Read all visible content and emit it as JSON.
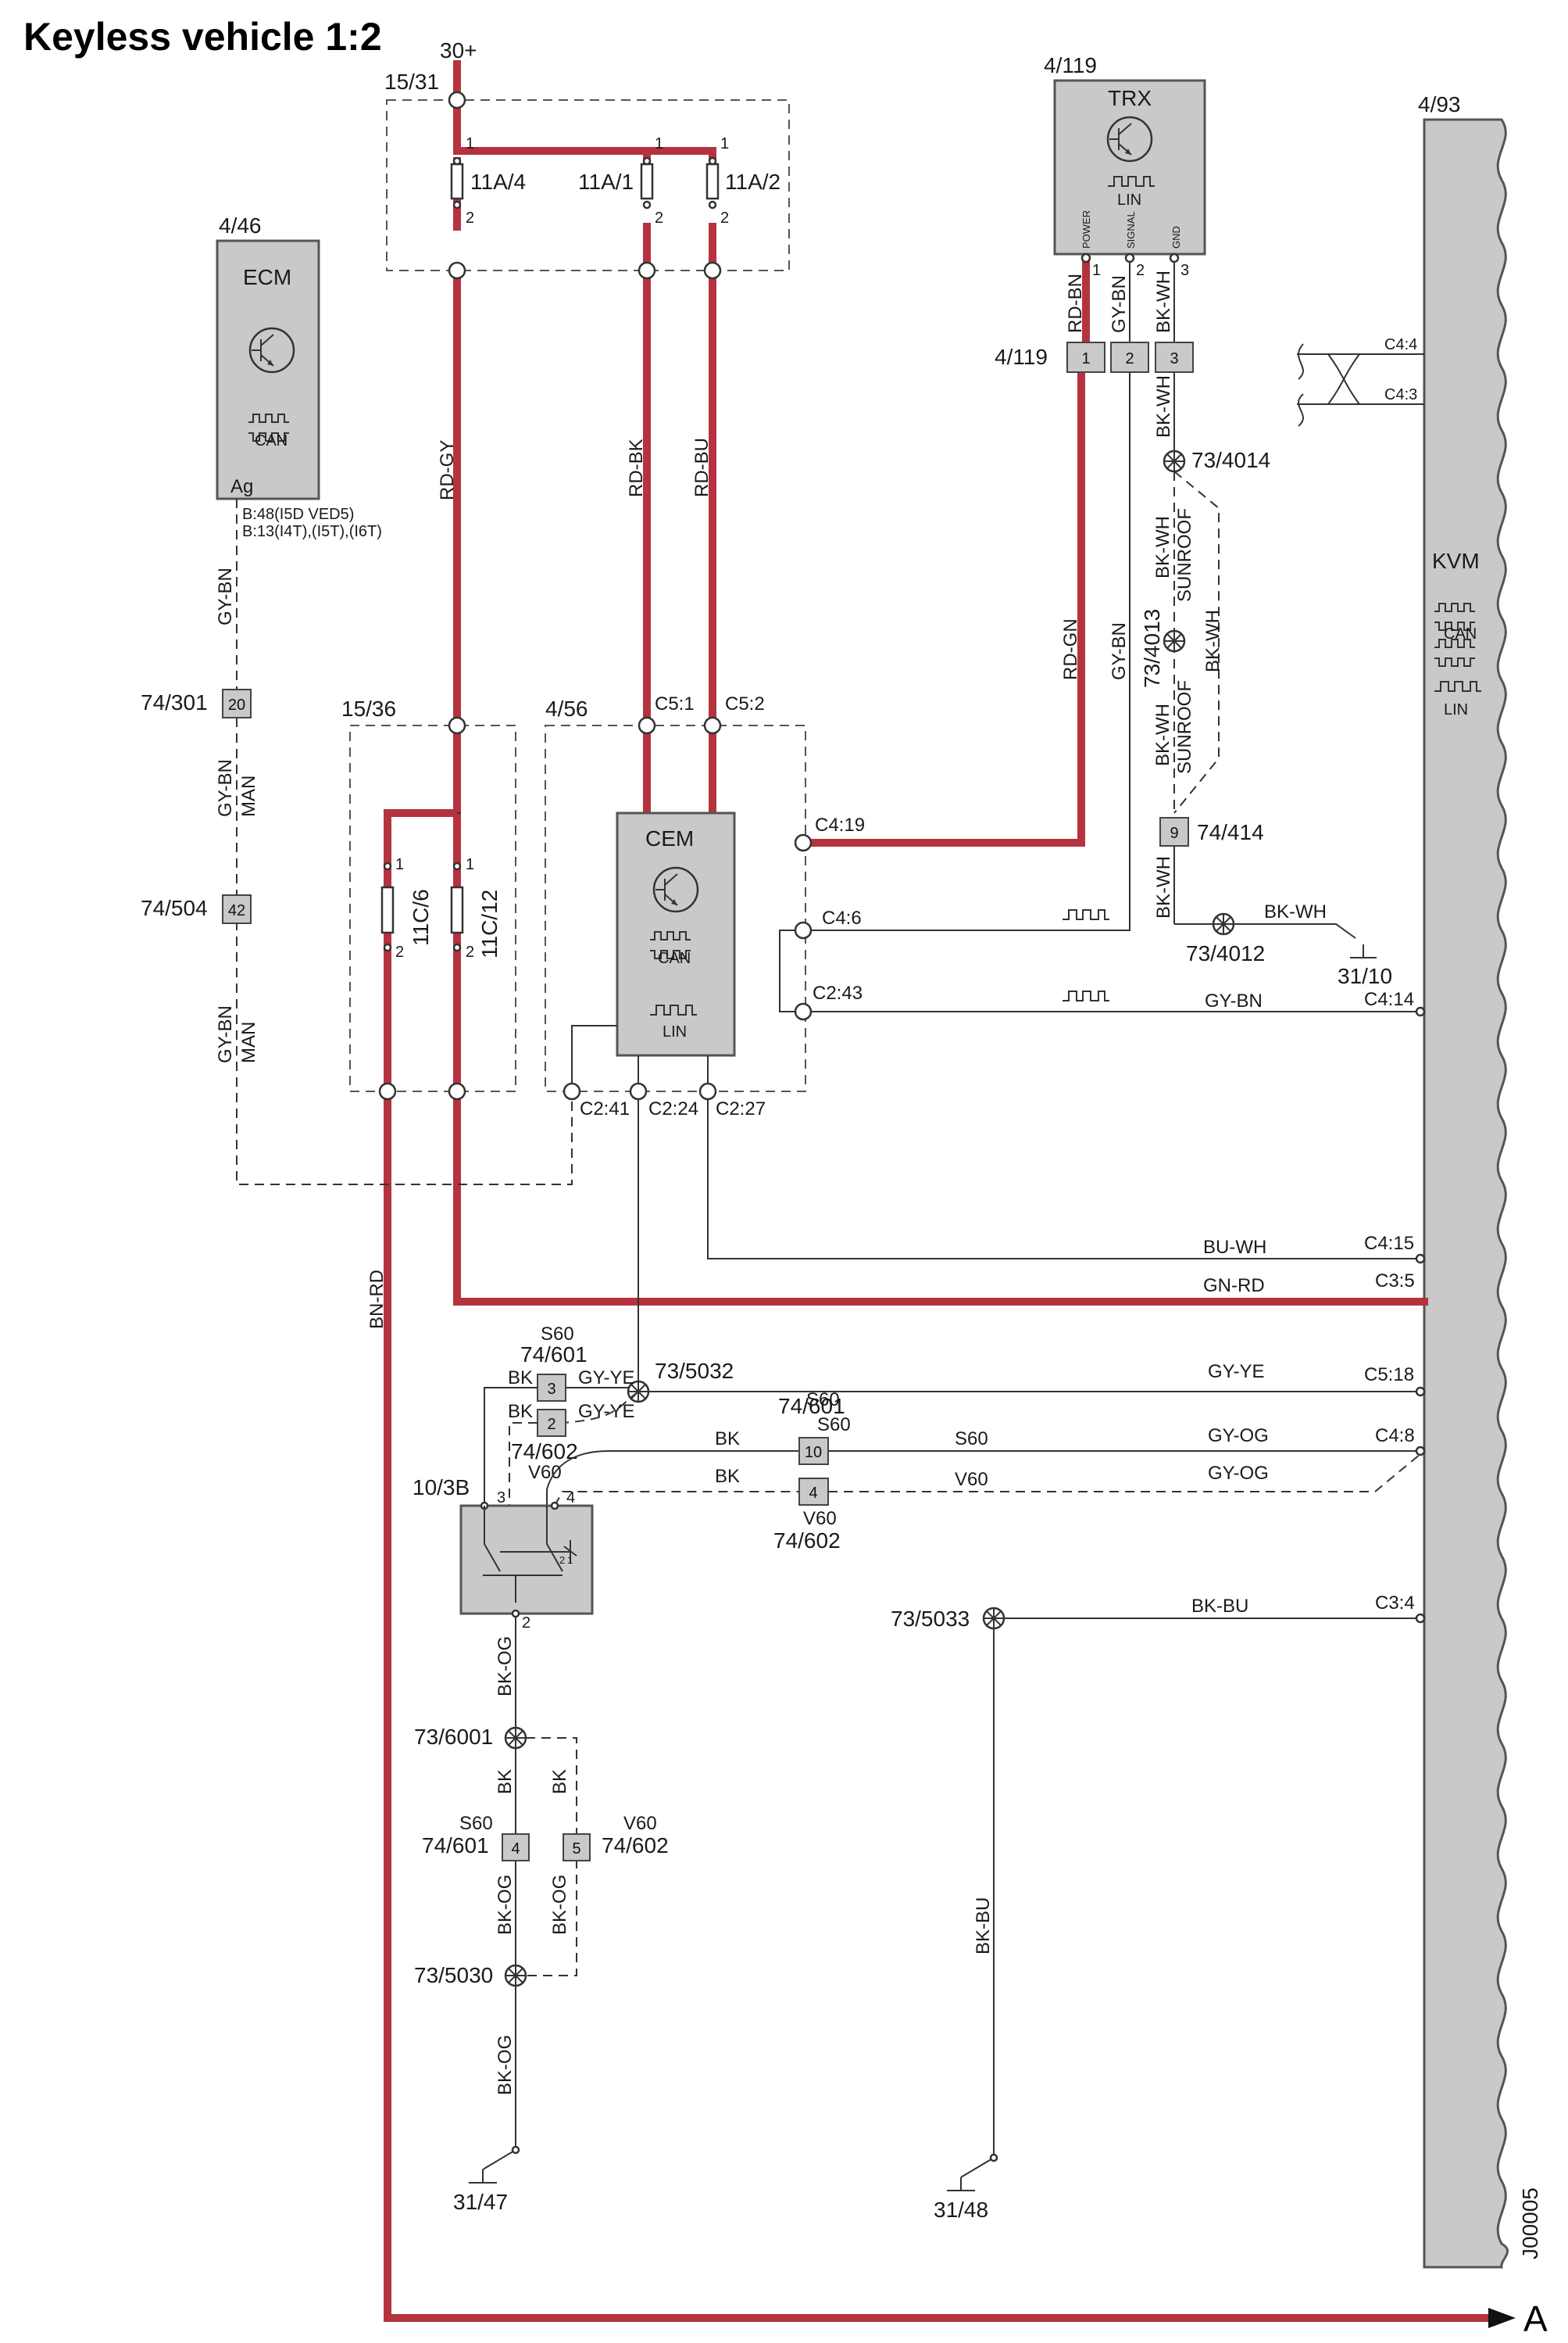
{
  "title": "Keyless vehicle 1:2",
  "colors": {
    "power_wire": "#b5333f",
    "module_fill": "#c9c9c9",
    "line": "#333333"
  },
  "labels": {
    "supply": "30+",
    "fuse_box_1531": "15/31",
    "fuse_11a4": "11A/4",
    "fuse_11a1": "11A/1",
    "fuse_11a2": "11A/2",
    "fuse_box_1536": "15/36",
    "fuse_11c6": "11C/6",
    "fuse_11c12": "11C/12",
    "pin1": "1",
    "pin2": "2",
    "pin3": "3",
    "pin4": "4",
    "ecm_ref": "4/46",
    "ecm": "ECM",
    "ag": "Ag",
    "can": "CAN",
    "lin": "LIN",
    "ecm_note1": "B:48(I5D VED5)",
    "ecm_note2": "B:13(I4T),(I5T),(I6T)",
    "trx_ref_top": "4/119",
    "trx": "TRX",
    "trx_power": "POWER",
    "trx_signal": "SIGNAL",
    "trx_gnd": "GND",
    "conn_4119": "4/119",
    "kvm_ref": "4/93",
    "kvm": "KVM",
    "cem_ref": "4/56",
    "cem": "CEM",
    "c51": "C5:1",
    "c52": "C5:2",
    "c419": "C4:19",
    "c46": "C4:6",
    "c243": "C2:43",
    "c241": "C2:41",
    "c224": "C2:24",
    "c227": "C2:27",
    "c44": "C4:4",
    "c43": "C4:3",
    "c414": "C4:14",
    "c415": "C4:15",
    "c35": "C3:5",
    "c518": "C5:18",
    "c48": "C4:8",
    "c34": "C3:4",
    "w_rdgy": "RD-GY",
    "w_rdbk": "RD-BK",
    "w_rdbu": "RD-BU",
    "w_rdbn": "RD-BN",
    "w_gybn": "GY-BN",
    "w_bkwh": "BK-WH",
    "w_rdgn": "RD-GN",
    "w_sunroof": "SUNROOF",
    "w_man": "MAN",
    "w_buwh": "BU-WH",
    "w_gnrd": "GN-RD",
    "w_bnrd": "BN-RD",
    "w_gyye": "GY-YE",
    "w_gyog": "GY-OG",
    "w_bk": "BK",
    "w_bkbu": "BK-BU",
    "w_bkog": "BK-OG",
    "s60": "S60",
    "v60": "V60",
    "sp_734014": "73/4014",
    "sp_734013": "73/4013",
    "sp_734012": "73/4012",
    "sp_735032": "73/5032",
    "sp_735033": "73/5033",
    "sp_736001": "73/6001",
    "sp_735030": "73/5030",
    "c_74414": "74/414",
    "c_74301": "74/301",
    "c_74504": "74/504",
    "c_74601": "74/601",
    "c_74602": "74/602",
    "gnd_3110": "31/10",
    "gnd_3147": "31/47",
    "gnd_3148": "31/48",
    "sw_103b": "10/3B",
    "pin_20": "20",
    "pin_42": "42",
    "pin_9": "9",
    "pin_10": "10",
    "pin_5": "5",
    "arrow_a": "A",
    "drawing_id": "J00005"
  }
}
